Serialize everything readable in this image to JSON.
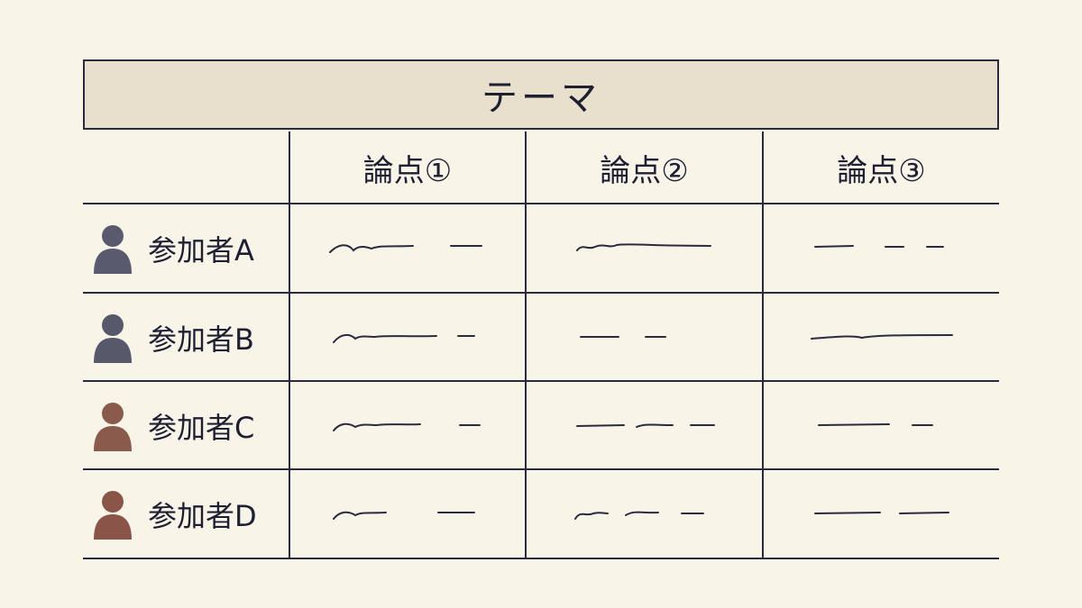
{
  "title": "テーマ",
  "columns": [
    "論点①",
    "論点②",
    "論点③"
  ],
  "participants": [
    {
      "name": "参加者A",
      "color": "#5a5a6e"
    },
    {
      "name": "参加者B",
      "color": "#55596a"
    },
    {
      "name": "参加者C",
      "color": "#8a5a4c"
    },
    {
      "name": "参加者D",
      "color": "#8a5448"
    }
  ]
}
